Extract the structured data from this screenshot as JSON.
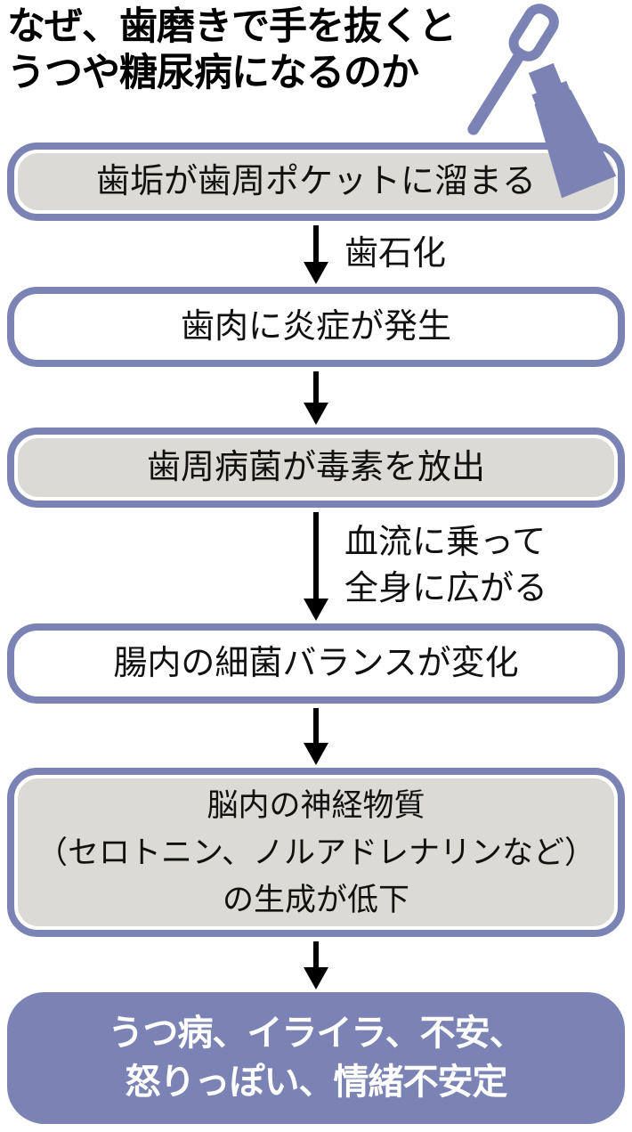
{
  "title": {
    "lines": [
      "なぜ、歯磨きで手を抜くと",
      "うつや糖尿病になるのか"
    ]
  },
  "header_icon": {
    "name": "toothbrush-and-toothpaste",
    "color": "#7b83b5"
  },
  "flow": {
    "steps": [
      {
        "variant": "gray",
        "lines": [
          "歯垢が歯周ポケットに溜まる"
        ]
      },
      {
        "variant": "white",
        "lines": [
          "歯肉に炎症が発生"
        ]
      },
      {
        "variant": "gray",
        "lines": [
          "歯周病菌が毒素を放出"
        ]
      },
      {
        "variant": "white",
        "lines": [
          "腸内の細菌バランスが変化"
        ]
      },
      {
        "variant": "gray",
        "lines": [
          "脳内の神経物質",
          "（セロトニン、ノルアドレナリンなど）",
          "の生成が低下"
        ]
      },
      {
        "variant": "purple",
        "lines": [
          "うつ病、イライラ、不安、",
          "怒りっぽい、情緒不安定"
        ]
      }
    ],
    "arrows": [
      {
        "labels": [
          "歯石化"
        ]
      },
      {
        "labels": []
      },
      {
        "labels": [
          "血流に乗って",
          "全身に広がる"
        ]
      },
      {
        "labels": []
      },
      {
        "labels": []
      }
    ]
  },
  "colors": {
    "accent_purple": "#7b83b5",
    "box_gray": "#dcdad4",
    "box_white": "#ffffff",
    "arrow_black": "#000000",
    "title_text": "#000000",
    "outcome_text": "#ffffff"
  }
}
